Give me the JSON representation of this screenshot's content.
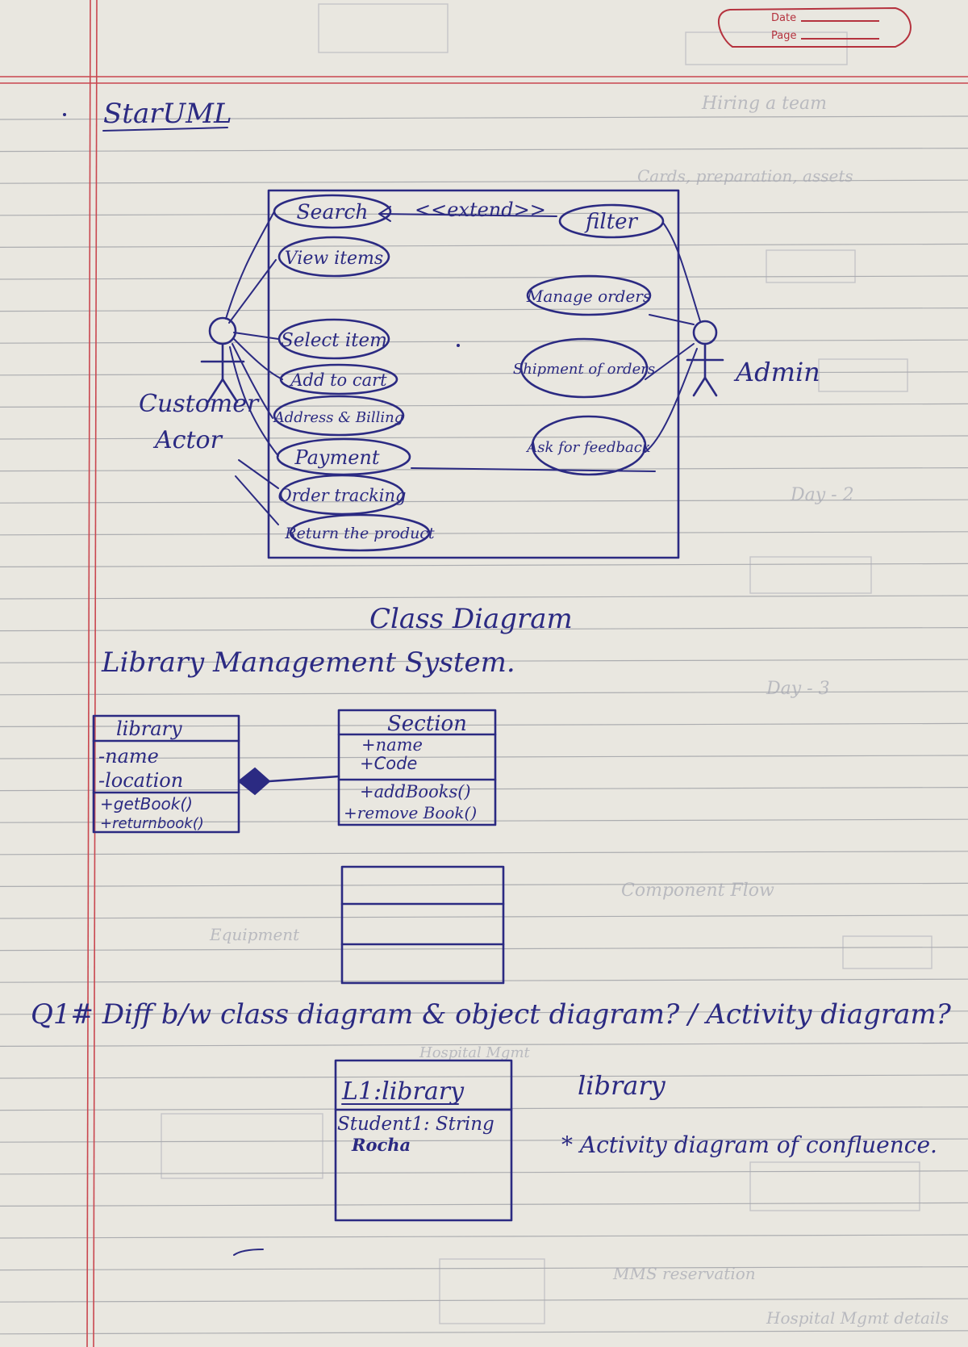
{
  "header": {
    "date_label": "Date",
    "page_label": "Page"
  },
  "title": "StarUML",
  "use_case": {
    "customer_actor": [
      "Customer",
      "Actor"
    ],
    "admin_actor": "Admin",
    "extend_label": "<<extend>>",
    "customer_cases": [
      "Search",
      "View items",
      "Select item",
      "Add to cart",
      "Address & Billing",
      "Payment",
      "Order tracking",
      "Return the product"
    ],
    "admin_cases": [
      "filter",
      "Manage orders",
      "Shipment of orders",
      "Ask for feedback"
    ]
  },
  "class_diagram": {
    "heading": "Class Diagram",
    "subheading": "Library Management System.",
    "library_class": {
      "name": "library",
      "attributes": [
        "-name",
        "-location"
      ],
      "methods": [
        "+getBook()",
        "+returnbook()"
      ]
    },
    "section_class": {
      "name": "Section",
      "attributes": [
        "+name",
        "+Code"
      ],
      "methods": [
        "+addBooks()",
        "+remove Book()"
      ]
    }
  },
  "question": {
    "text": "Q1# Diff b/w class diagram & object diagram? / Activity diagram?"
  },
  "object_diagram": {
    "title": "L1:library",
    "attribute": "Student1: String",
    "value": "Rocha",
    "side_label": "library",
    "note": "* Activity diagram of confluence."
  }
}
